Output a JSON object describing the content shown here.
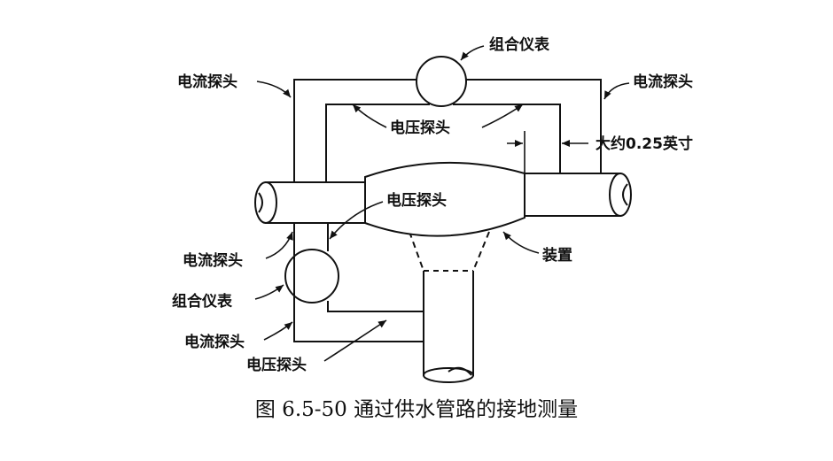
{
  "labels": {
    "meter_top": "组合仪表",
    "current_probe_top_left": "电流探头",
    "current_probe_top_right": "电流探头",
    "voltage_probe_top": "电压探头",
    "distance": "大约0.25英寸",
    "voltage_probe_center": "电压探头",
    "current_probe_mid_left": "电流探头",
    "meter_bottom": "组合仪表",
    "device": "装置",
    "current_probe_bottom_left": "电流探头",
    "voltage_probe_bottom": "电压探头"
  },
  "caption": "图 6.5-50 通过供水管路的接地测量"
}
